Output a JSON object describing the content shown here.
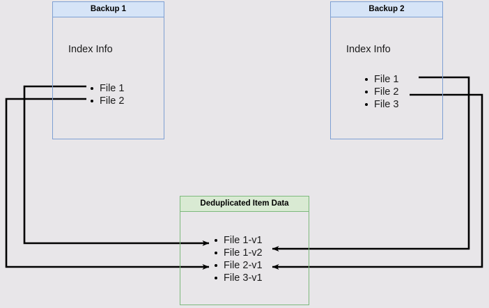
{
  "diagram": {
    "title": "Backup deduplication index diagram",
    "background_color": "#e8e6e9",
    "nodes": [
      {
        "id": "backup1",
        "header": "Backup 1",
        "subtitle": "Index Info",
        "accent_color": "#7d9fd3",
        "header_fill": "#d6e4f7",
        "items": [
          "File 1",
          "File 2"
        ]
      },
      {
        "id": "backup2",
        "header": "Backup 2",
        "subtitle": "Index Info",
        "accent_color": "#7d9fd3",
        "header_fill": "#d6e4f7",
        "items": [
          "File 1",
          "File 2",
          "File 3"
        ]
      },
      {
        "id": "dedup",
        "header": "Deduplicated Item Data",
        "accent_color": "#7cb97c",
        "header_fill": "#d9ead3",
        "items": [
          "File 1-v1",
          "File 1-v2",
          "File 2-v1",
          "File 3-v1"
        ]
      }
    ],
    "edges": [
      {
        "id": "b1-file1-to-file1v1",
        "from": "backup1.File 1",
        "to": "dedup.File 1-v1",
        "color": "#000000"
      },
      {
        "id": "b1-file2-to-file2v1",
        "from": "backup1.File 2",
        "to": "dedup.File 2-v1",
        "color": "#000000"
      },
      {
        "id": "b2-file1-to-file1v2",
        "from": "backup2.File 1",
        "to": "dedup.File 1-v2",
        "color": "#000000"
      },
      {
        "id": "b2-file2-to-file2v1",
        "from": "backup2.File 2",
        "to": "dedup.File 2-v1",
        "color": "#000000"
      }
    ]
  },
  "backup1": {
    "header": "Backup 1",
    "subtitle": "Index Info",
    "item0": "File 1",
    "item1": "File 2"
  },
  "backup2": {
    "header": "Backup 2",
    "subtitle": "Index Info",
    "item0": "File 1",
    "item1": "File 2",
    "item2": "File 3"
  },
  "dedup": {
    "header": "Deduplicated Item Data",
    "item0": "File 1-v1",
    "item1": "File 1-v2",
    "item2": "File 2-v1",
    "item3": "File 3-v1"
  }
}
